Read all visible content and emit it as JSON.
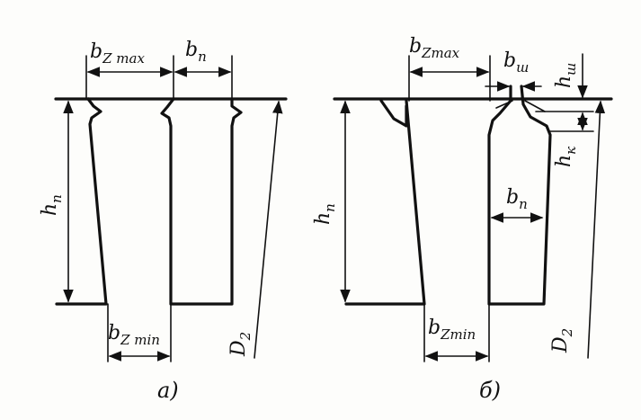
{
  "figure": {
    "panel_a": {
      "caption": "а)",
      "labels": {
        "bz_max": {
          "base": "b",
          "sub": "Z max"
        },
        "bp": {
          "base": "b",
          "sub": "п"
        },
        "hp": {
          "base": "h",
          "sub": "п"
        },
        "bz_min": {
          "base": "b",
          "sub": "Z min"
        },
        "D2": {
          "base": "D",
          "sub": "2"
        }
      }
    },
    "panel_b": {
      "caption": "б)",
      "labels": {
        "bz_max": {
          "base": "b",
          "sub": "Zmax"
        },
        "bsh": {
          "base": "b",
          "sub": "ш"
        },
        "hsh": {
          "base": "h",
          "sub": "ш"
        },
        "hk": {
          "base": "h",
          "sub": "к"
        },
        "bp": {
          "base": "b",
          "sub": "п"
        },
        "hp": {
          "base": "h",
          "sub": "п"
        },
        "bz_min": {
          "base": "b",
          "sub": "Zmin"
        },
        "D2": {
          "base": "D",
          "sub": "2"
        }
      }
    }
  }
}
